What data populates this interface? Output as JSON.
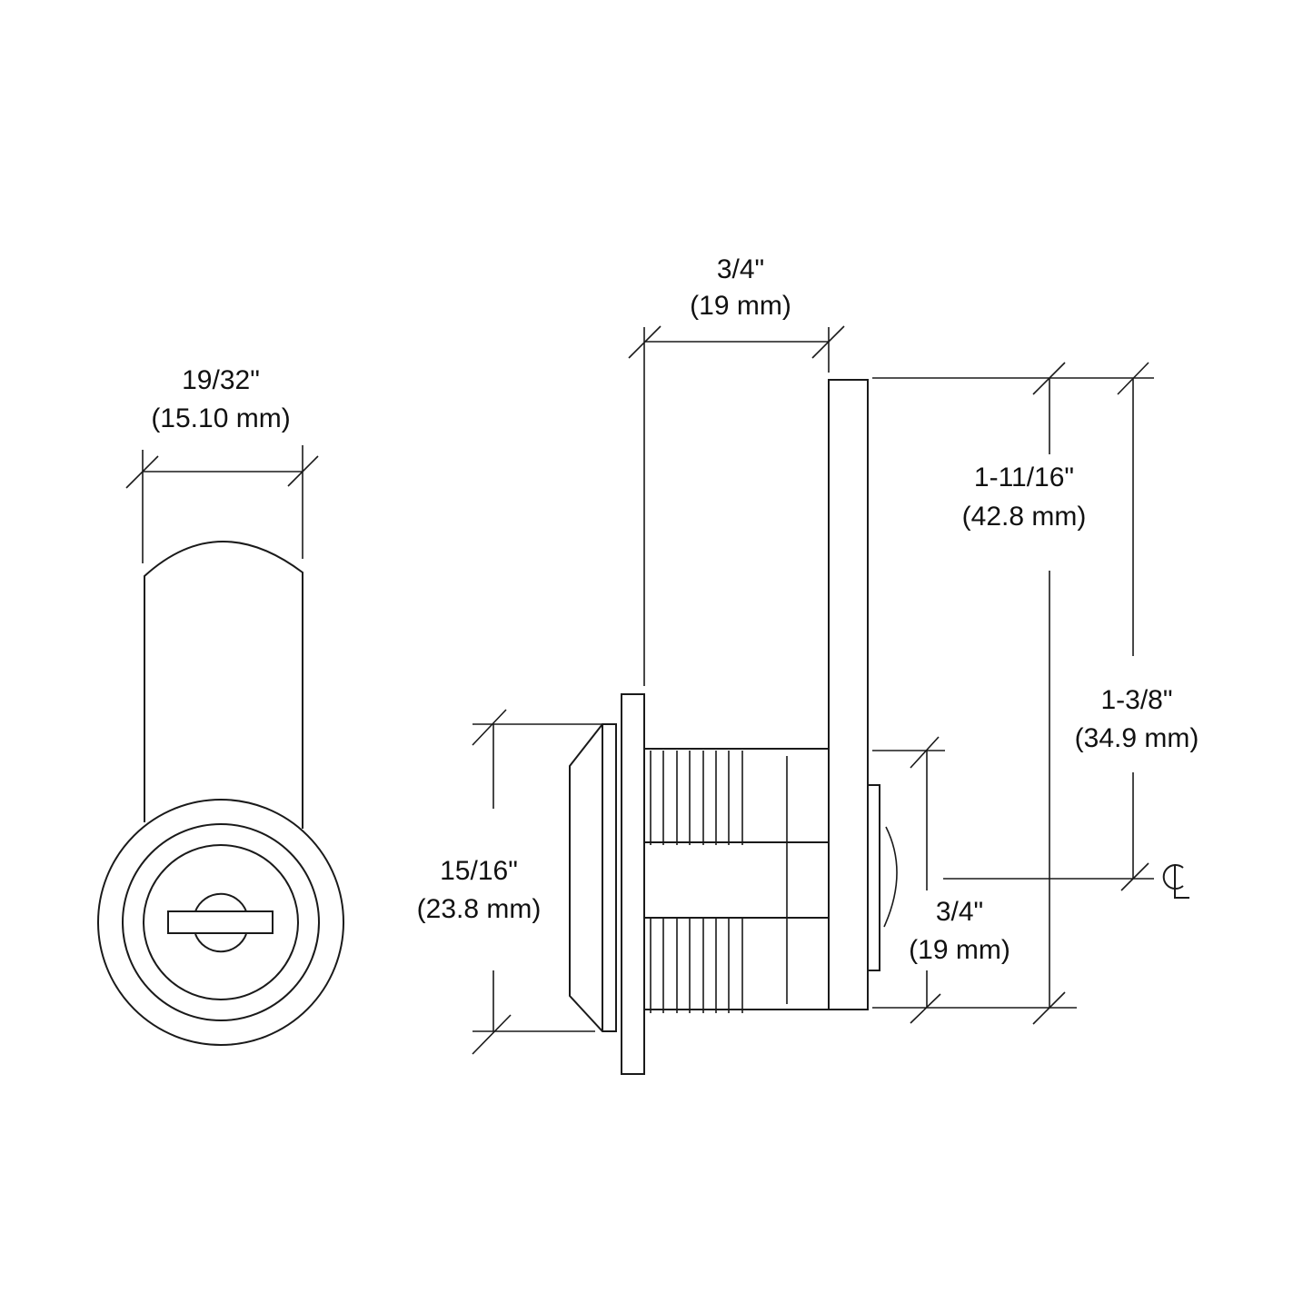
{
  "dimensions": {
    "front_width": {
      "imperial": "19/32\"",
      "metric": "(15.10 mm)"
    },
    "cylinder_length": {
      "imperial": "3/4\"",
      "metric": "(19 mm)"
    },
    "cam_length": {
      "imperial": "1-11/16\"",
      "metric": "(42.8 mm)"
    },
    "cam_to_center": {
      "imperial": "1-3/8\"",
      "metric": "(34.9 mm)"
    },
    "face_diameter": {
      "imperial": "15/16\"",
      "metric": "(23.8 mm)"
    },
    "cylinder_diameter": {
      "imperial": "3/4\"",
      "metric": "(19 mm)"
    },
    "centerline_label": "CL"
  }
}
